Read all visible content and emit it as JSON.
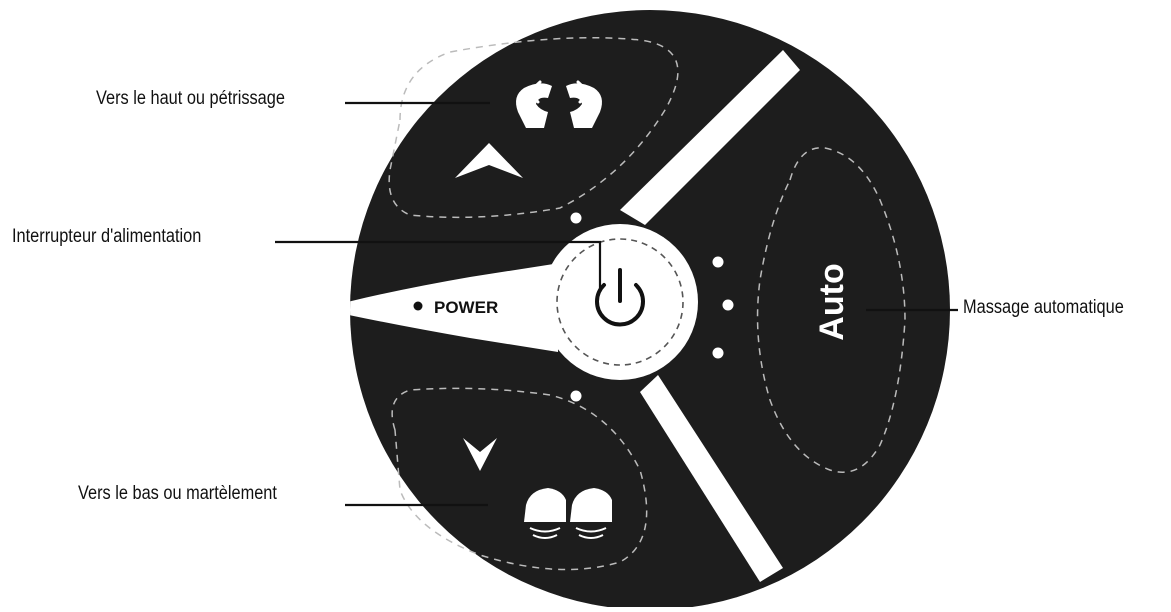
{
  "callouts": {
    "up": "Vers le haut ou pétrissage",
    "power": "Interrupteur d'alimentation",
    "down": "Vers le bas ou martèlement",
    "auto": "Massage automatique"
  },
  "panel": {
    "power_text": "POWER",
    "auto_text": "Auto"
  },
  "icons": {
    "kneading": "kneading-hands-icon",
    "tapping": "tapping-fists-icon",
    "up_arrow": "chevron-up-icon",
    "down_arrow": "chevron-down-icon",
    "power": "power-icon"
  },
  "colors": {
    "panel": "#1d1d1d",
    "icon": "#ffffff",
    "text": "#111111"
  }
}
